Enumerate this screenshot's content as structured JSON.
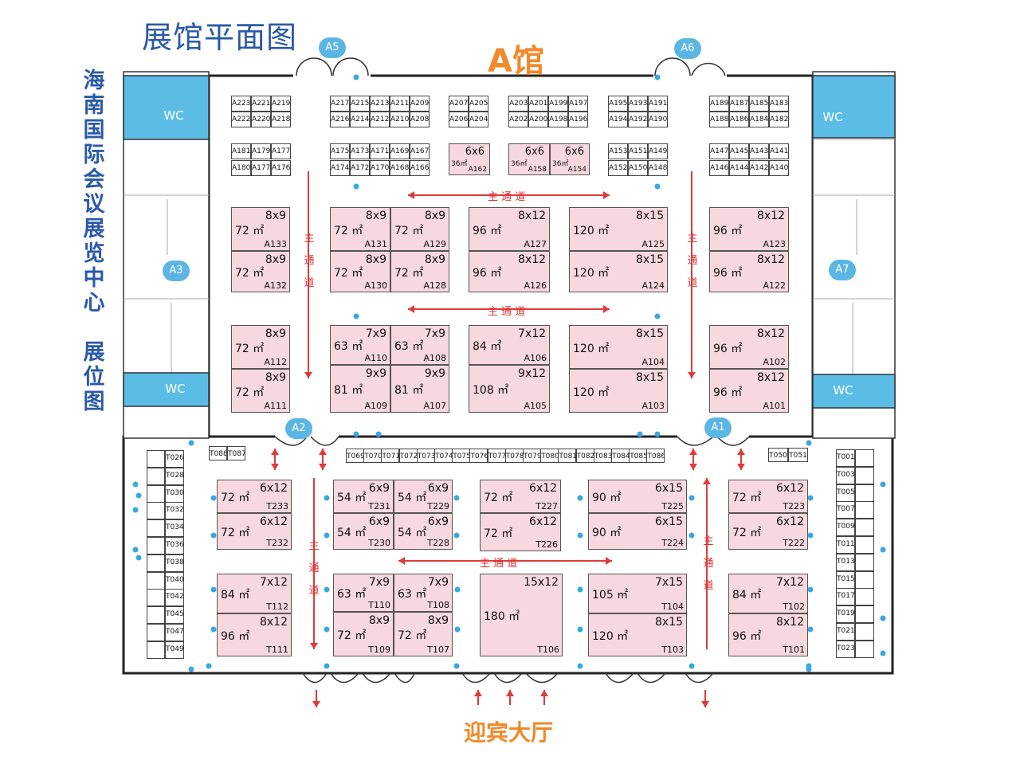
{
  "page_title": "展馆平面图",
  "hall_name": "A馆",
  "side_title": [
    "海",
    "南",
    "国",
    "际",
    "会",
    "议",
    "展",
    "览",
    "中",
    "心",
    "",
    "展",
    "位",
    "图"
  ],
  "lobby_label": "迎宾大厅",
  "entrances": [
    "A5",
    "A6",
    "A3",
    "A7",
    "A2",
    "A1"
  ],
  "wc_label": "WC",
  "aisle_main": "主 通 道",
  "aisle_vertical": [
    "主",
    "通",
    "道"
  ],
  "small_rows": [
    [
      "A223",
      "A221",
      "A219"
    ],
    [
      "A222",
      "A220",
      "A218"
    ],
    [
      "A217",
      "A215",
      "A213",
      "A211",
      "A209"
    ],
    [
      "A216",
      "A214",
      "A212",
      "A210",
      "A208"
    ],
    [
      "A207",
      "A205"
    ],
    [
      "A206",
      "A204"
    ],
    [
      "A203",
      "A201",
      "A199",
      "A197"
    ],
    [
      "A202",
      "A200",
      "A198",
      "A196"
    ],
    [
      "A195",
      "A193",
      "A191"
    ],
    [
      "A194",
      "A192",
      "A190"
    ],
    [
      "A189",
      "A187",
      "A185",
      "A183"
    ],
    [
      "A188",
      "A186",
      "A184",
      "A182"
    ],
    [
      "A181",
      "A179",
      "A177"
    ],
    [
      "A180",
      "A177",
      "A176"
    ],
    [
      "A175",
      "A173",
      "A171",
      "A169",
      "A167"
    ],
    [
      "A174",
      "A172",
      "A170",
      "A168",
      "A166"
    ],
    [
      "A153",
      "A151",
      "A149"
    ],
    [
      "A152",
      "A150",
      "A148"
    ],
    [
      "A147",
      "A145",
      "A143",
      "A141"
    ],
    [
      "A146",
      "A144",
      "A142",
      "A140"
    ]
  ],
  "six_booths": [
    {
      "dim": "6x6",
      "area": "36㎡",
      "code": "A162"
    },
    {
      "dim": "6x6",
      "area": "36㎡",
      "code": "A158"
    },
    {
      "dim": "6x6",
      "area": "36㎡",
      "code": "A154"
    }
  ],
  "booths": [
    {
      "dim": "8x9",
      "area": "72 ㎡",
      "code": "A133"
    },
    {
      "dim": "8x9",
      "area": "72 ㎡",
      "code": "A132"
    },
    {
      "dim": "8x9",
      "area": "72 ㎡",
      "code": "A131"
    },
    {
      "dim": "8x9",
      "area": "72 ㎡",
      "code": "A129"
    },
    {
      "dim": "8x9",
      "area": "72 ㎡",
      "code": "A130"
    },
    {
      "dim": "8x9",
      "area": "72 ㎡",
      "code": "A128"
    },
    {
      "dim": "8x12",
      "area": "96 ㎡",
      "code": "A127"
    },
    {
      "dim": "8x12",
      "area": "96 ㎡",
      "code": "A126"
    },
    {
      "dim": "8x15",
      "area": "120 ㎡",
      "code": "A125"
    },
    {
      "dim": "8x15",
      "area": "120 ㎡",
      "code": "A124"
    },
    {
      "dim": "8x12",
      "area": "96 ㎡",
      "code": "A123"
    },
    {
      "dim": "8x12",
      "area": "96 ㎡",
      "code": "A122"
    },
    {
      "dim": "8x9",
      "area": "72 ㎡",
      "code": "A112"
    },
    {
      "dim": "8x9",
      "area": "72 ㎡",
      "code": "A111"
    },
    {
      "dim": "7x9",
      "area": "63 ㎡",
      "code": "A110"
    },
    {
      "dim": "7x9",
      "area": "63 ㎡",
      "code": "A108"
    },
    {
      "dim": "9x9",
      "area": "81 ㎡",
      "code": "A109"
    },
    {
      "dim": "9x9",
      "area": "81 ㎡",
      "code": "A107"
    },
    {
      "dim": "7x12",
      "area": "84 ㎡",
      "code": "A106"
    },
    {
      "dim": "9x12",
      "area": "108 ㎡",
      "code": "A105"
    },
    {
      "dim": "8x15",
      "area": "120 ㎡",
      "code": "A104"
    },
    {
      "dim": "8x15",
      "area": "120 ㎡",
      "code": "A103"
    },
    {
      "dim": "8x12",
      "area": "96 ㎡",
      "code": "A102"
    },
    {
      "dim": "8x12",
      "area": "96 ㎡",
      "code": "A101"
    },
    {
      "dim": "6x12",
      "area": "72 ㎡",
      "code": "T233"
    },
    {
      "dim": "6x12",
      "area": "72 ㎡",
      "code": "T232"
    },
    {
      "dim": "6x9",
      "area": "54 ㎡",
      "code": "T231"
    },
    {
      "dim": "6x9",
      "area": "54 ㎡",
      "code": "T229"
    },
    {
      "dim": "6x9",
      "area": "54 ㎡",
      "code": "T230"
    },
    {
      "dim": "6x9",
      "area": "54 ㎡",
      "code": "T228"
    },
    {
      "dim": "6x12",
      "area": "72 ㎡",
      "code": "T227"
    },
    {
      "dim": "6x12",
      "area": "72 ㎡",
      "code": "T226"
    },
    {
      "dim": "6x15",
      "area": "90 ㎡",
      "code": "T225"
    },
    {
      "dim": "6x15",
      "area": "90 ㎡",
      "code": "T224"
    },
    {
      "dim": "6x12",
      "area": "72 ㎡",
      "code": "T223"
    },
    {
      "dim": "6x12",
      "area": "72 ㎡",
      "code": "T222"
    },
    {
      "dim": "7x12",
      "area": "84 ㎡",
      "code": "T112"
    },
    {
      "dim": "8x12",
      "area": "96 ㎡",
      "code": "T111"
    },
    {
      "dim": "7x9",
      "area": "63 ㎡",
      "code": "T110"
    },
    {
      "dim": "7x9",
      "area": "63 ㎡",
      "code": "T108"
    },
    {
      "dim": "8x9",
      "area": "72 ㎡",
      "code": "T109"
    },
    {
      "dim": "8x9",
      "area": "72 ㎡",
      "code": "T107"
    },
    {
      "dim": "15x12",
      "area": "180 ㎡",
      "code": "T106"
    },
    {
      "dim": "7x15",
      "area": "105 ㎡",
      "code": "T104"
    },
    {
      "dim": "8x15",
      "area": "120 ㎡",
      "code": "T103"
    },
    {
      "dim": "7x12",
      "area": "84 ㎡",
      "code": "T102"
    },
    {
      "dim": "8x12",
      "area": "96 ㎡",
      "code": "T101"
    }
  ],
  "t_row_mid": [
    "T069",
    "T070",
    "T071",
    "T072",
    "T073",
    "T074",
    "T075",
    "T076",
    "T077",
    "T078",
    "T079",
    "T080",
    "T081",
    "T082",
    "T083",
    "T084",
    "T085",
    "T086"
  ],
  "t_pair_left": [
    "T088",
    "T087"
  ],
  "t_pair_right": [
    "T050",
    "T051"
  ],
  "t_col_left": [
    "T026",
    "T028",
    "T030",
    "T032",
    "T034",
    "T036",
    "T038",
    "T040",
    "T042",
    "T045",
    "T047",
    "T049"
  ],
  "t_col_right": [
    "T001",
    "T003",
    "T005",
    "T007",
    "T009",
    "T011",
    "T013",
    "T015",
    "T017",
    "T019",
    "T021",
    "T023"
  ]
}
